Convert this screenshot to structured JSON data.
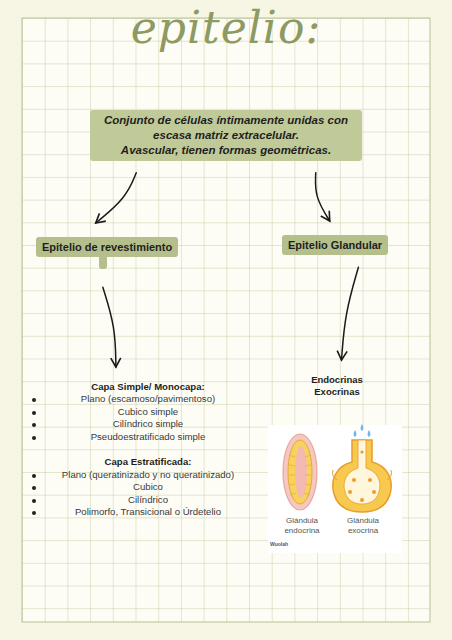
{
  "diagram": {
    "title": "epitelio:",
    "nodes": [
      {
        "text": [
          "Conjunto de células íntimamente unidas con escasa matriz extracelular.",
          "Avascular, tienen formas geométricas."
        ]
      },
      {
        "text": [
          "Epitelio de revestimiento"
        ]
      },
      {
        "text": [
          "Epitelio Glandular"
        ]
      },
      {
        "text": [
          "Capa Simple/ Monocapa:",
          "Plano (escamoso/pavimentoso)",
          "Cubico simple",
          "Cilíndrico simple",
          "Pseudoestratificado simple",
          "Capa Estratificada:",
          "Plano (queratinizado y no queratinizado)",
          "Cubico",
          "Cilíndrico",
          "Polimorfo, Transicional o Úrdetelio"
        ]
      },
      {
        "text": [
          "Endocrinas",
          "Exocrinas"
        ]
      }
    ],
    "edges": [
      {
        "from": 0,
        "to": 1,
        "arrow": "to"
      },
      {
        "from": 0,
        "to": 2,
        "arrow": "to"
      },
      {
        "from": 1,
        "to": 3,
        "arrow": "to"
      },
      {
        "from": 2,
        "to": 4,
        "arrow": "to"
      }
    ],
    "labels": [
      "Glándula endocrina",
      "Glándula exocrina",
      "Wuolah"
    ]
  }
}
